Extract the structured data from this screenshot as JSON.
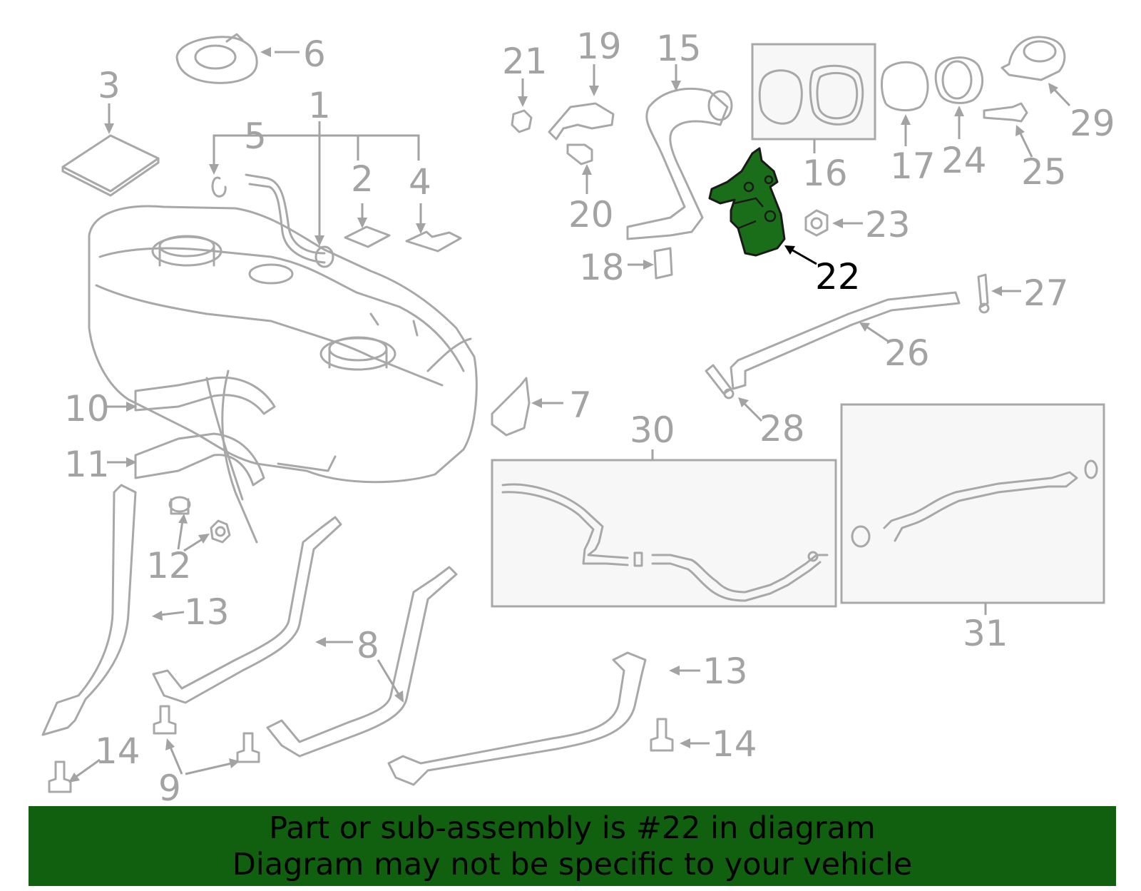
{
  "callouts": [
    {
      "id": "1",
      "label": "1"
    },
    {
      "id": "2",
      "label": "2"
    },
    {
      "id": "3",
      "label": "3"
    },
    {
      "id": "4",
      "label": "4"
    },
    {
      "id": "5",
      "label": "5"
    },
    {
      "id": "6",
      "label": "6"
    },
    {
      "id": "7",
      "label": "7"
    },
    {
      "id": "8",
      "label": "8"
    },
    {
      "id": "9",
      "label": "9"
    },
    {
      "id": "10",
      "label": "10"
    },
    {
      "id": "11",
      "label": "11"
    },
    {
      "id": "12",
      "label": "12"
    },
    {
      "id": "13a",
      "label": "13"
    },
    {
      "id": "13b",
      "label": "13"
    },
    {
      "id": "14a",
      "label": "14"
    },
    {
      "id": "14b",
      "label": "14"
    },
    {
      "id": "15",
      "label": "15"
    },
    {
      "id": "16",
      "label": "16"
    },
    {
      "id": "17",
      "label": "17"
    },
    {
      "id": "18",
      "label": "18"
    },
    {
      "id": "19",
      "label": "19"
    },
    {
      "id": "20",
      "label": "20"
    },
    {
      "id": "21",
      "label": "21"
    },
    {
      "id": "22",
      "label": "22"
    },
    {
      "id": "23",
      "label": "23"
    },
    {
      "id": "24",
      "label": "24"
    },
    {
      "id": "25",
      "label": "25"
    },
    {
      "id": "26",
      "label": "26"
    },
    {
      "id": "27",
      "label": "27"
    },
    {
      "id": "28",
      "label": "28"
    },
    {
      "id": "29",
      "label": "29"
    },
    {
      "id": "30",
      "label": "30"
    },
    {
      "id": "31",
      "label": "31"
    }
  ],
  "highlight": {
    "part": "22",
    "color": "#1a6e1a"
  },
  "footer": {
    "line1": "Part or sub-assembly is #22 in diagram",
    "line2": "Diagram may not be specific to your vehicle",
    "background": "#106010"
  }
}
